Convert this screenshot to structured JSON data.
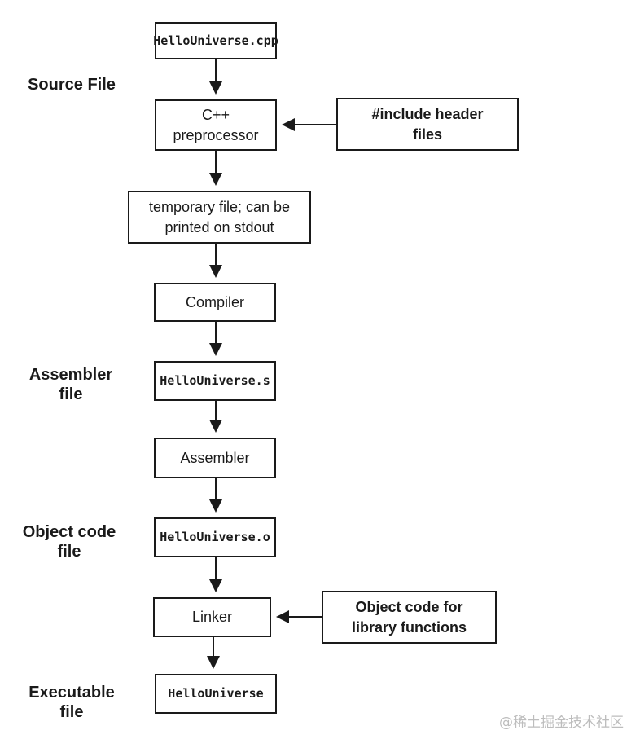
{
  "diagram": {
    "nodes": {
      "source_file": "HelloUniverse.cpp",
      "preprocessor": "C++\npreprocessor",
      "include_headers": "#include header\nfiles",
      "temp_file": "temporary file; can be\nprinted on stdout",
      "compiler": "Compiler",
      "assembly_file": "HelloUniverse.s",
      "assembler": "Assembler",
      "object_file": "HelloUniverse.o",
      "linker": "Linker",
      "library_objects": "Object code for\nlibrary functions",
      "executable": "HelloUniverse"
    },
    "stage_labels": {
      "source": "Source File",
      "assembler": "Assembler\nfile",
      "object_code": "Object code\nfile",
      "executable": "Executable\nfile"
    },
    "watermark": "@稀土掘金技术社区",
    "colors": {
      "line": "#1a1a1a",
      "watermark": "#bdbdbd",
      "background": "#ffffff"
    }
  }
}
